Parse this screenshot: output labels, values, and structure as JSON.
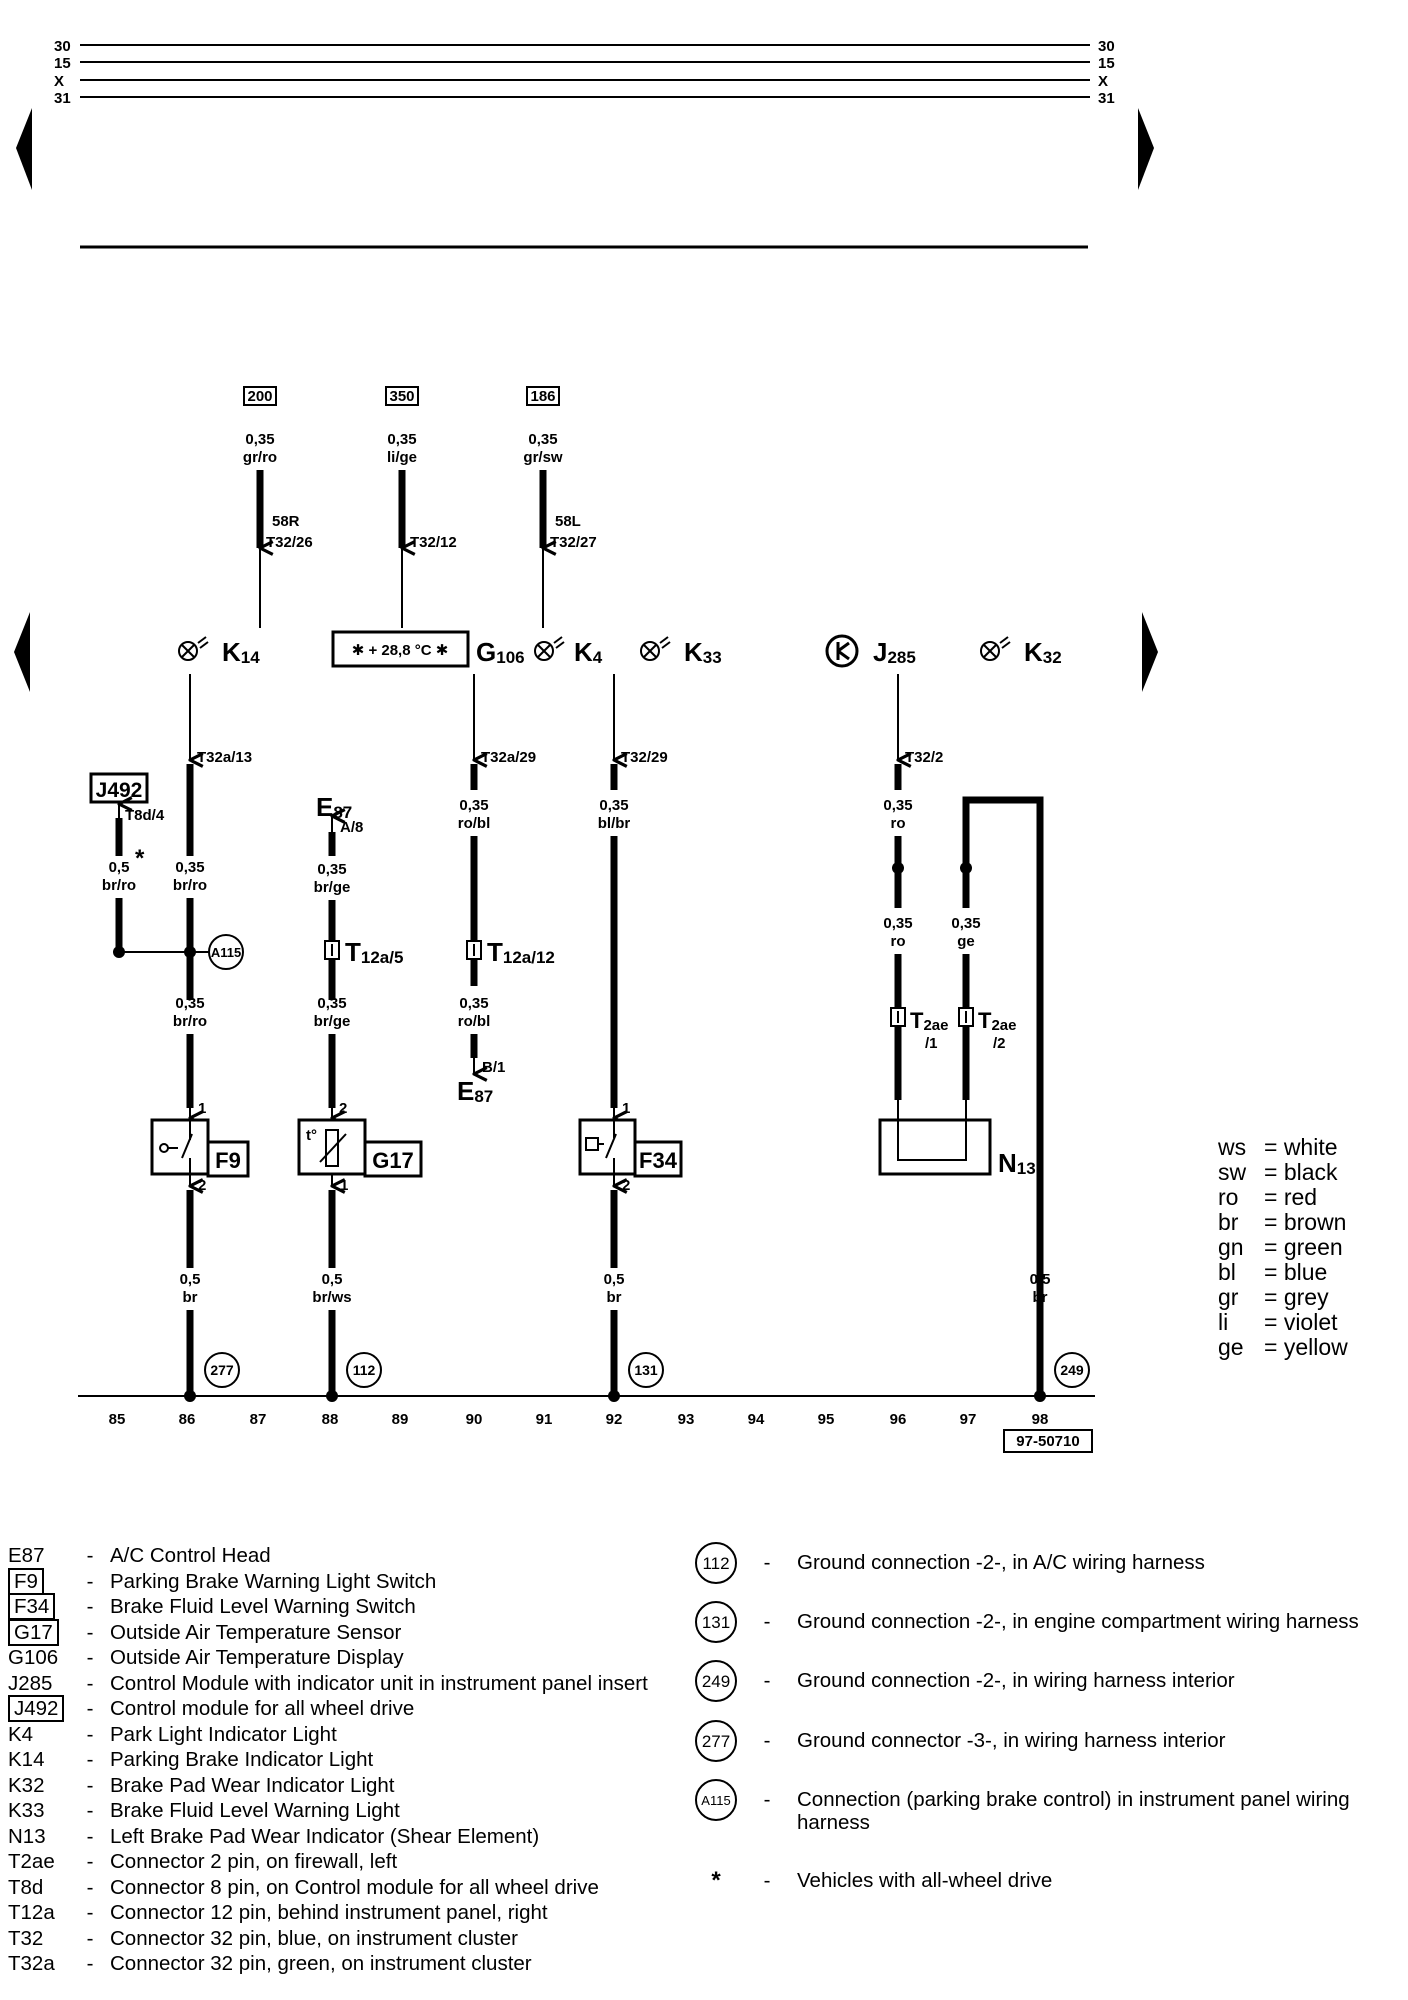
{
  "rails": [
    "30",
    "15",
    "X",
    "31"
  ],
  "fuse_refs": [
    "200",
    "350",
    "186"
  ],
  "wires": {
    "w200": [
      "0,35",
      "gr/ro"
    ],
    "w350": [
      "0,35",
      "li/ge"
    ],
    "w186": [
      "0,35",
      "gr/sw"
    ],
    "k14_main": [
      "0,35",
      "br/ro"
    ],
    "k14_lower": [
      "0,35",
      "br/ro"
    ],
    "j492_wire": [
      "0,5",
      "br/ro"
    ],
    "e87_a8": [
      "0,35",
      "br/ge"
    ],
    "g17_wire": [
      "0,35",
      "br/ge"
    ],
    "g106_upper": [
      "0,35",
      "ro/bl"
    ],
    "g106_lower": [
      "0,35",
      "ro/bl"
    ],
    "k4_wire": [
      "0,35",
      "bl/br"
    ],
    "j285_upper": [
      "0,35",
      "ro"
    ],
    "n13_left": [
      "0,35",
      "ro"
    ],
    "n13_right": [
      "0,35",
      "ge"
    ],
    "f9_ground": [
      "0,5",
      "br"
    ],
    "g17_ground": [
      "0,5",
      "br/ws"
    ],
    "f34_ground": [
      "0,5",
      "br"
    ],
    "n13_ground": [
      "0,5",
      "br"
    ]
  },
  "terminal_labels": {
    "t58r": "58R",
    "t58l": "58L",
    "t32_26": "T32/26",
    "t32_12": "T32/12",
    "t32_27": "T32/27",
    "t32a_13": "T32a/13",
    "t32a_29": "T32a/29",
    "t32_29": "T32/29",
    "t32_2": "T32/2",
    "t8d_4": "T8d/4",
    "a8": "A/8",
    "b1": "B/1",
    "pin1_f9": "1",
    "pin2_f9": "2",
    "pin2_g17_top": "2",
    "pin1_g17_bot": "1",
    "pin1_f34": "1",
    "pin2_f34": "2",
    "star": "*"
  },
  "connectors": {
    "t12a5": [
      "T",
      "12a/5"
    ],
    "t12a12": [
      "T",
      "12a/12"
    ],
    "t2ae1": [
      "T",
      "2ae",
      "/1"
    ],
    "t2ae2": [
      "T",
      "2ae",
      "/2"
    ]
  },
  "components": {
    "k14": [
      "K",
      "14"
    ],
    "g106": [
      "G",
      "106"
    ],
    "k4": [
      "K",
      "4"
    ],
    "k33": [
      "K",
      "33"
    ],
    "j285": [
      "J",
      "285"
    ],
    "k32": [
      "K",
      "32"
    ],
    "j492": "J492",
    "e87_top": [
      "E",
      "87"
    ],
    "e87_bottom": [
      "E",
      "87"
    ],
    "f9": "F9",
    "g17": "G17",
    "f34": "F34",
    "n13": [
      "N",
      "13"
    ],
    "temp_display": "✱ + 28,8 °C ✱"
  },
  "ground_points": [
    "277",
    "112",
    "131",
    "249"
  ],
  "node_a115": "A115",
  "column_numbers": [
    "85",
    "86",
    "87",
    "88",
    "89",
    "90",
    "91",
    "92",
    "93",
    "94",
    "95",
    "96",
    "97",
    "98"
  ],
  "figure_code": "97-50710",
  "color_key": [
    {
      "code": "ws",
      "name": "= white"
    },
    {
      "code": "sw",
      "name": "= black"
    },
    {
      "code": "ro",
      "name": "= red"
    },
    {
      "code": "br",
      "name": "= brown"
    },
    {
      "code": "gn",
      "name": "= green"
    },
    {
      "code": "bl",
      "name": "= blue"
    },
    {
      "code": "gr",
      "name": "= grey"
    },
    {
      "code": "li",
      "name": "= violet"
    },
    {
      "code": "ge",
      "name": "= yellow"
    }
  ],
  "legend": [
    {
      "code": "E87",
      "desc": "A/C Control Head",
      "boxed": false
    },
    {
      "code": "F9",
      "desc": "Parking Brake Warning Light Switch",
      "boxed": true
    },
    {
      "code": "F34",
      "desc": "Brake Fluid Level Warning Switch",
      "boxed": true
    },
    {
      "code": "G17",
      "desc": "Outside Air Temperature Sensor",
      "boxed": true
    },
    {
      "code": "G106",
      "desc": "Outside Air Temperature Display",
      "boxed": false
    },
    {
      "code": "J285",
      "desc": "Control Module with indicator unit in instrument panel insert",
      "boxed": false
    },
    {
      "code": "J492",
      "desc": "Control module for all wheel drive",
      "boxed": true
    },
    {
      "code": "K4",
      "desc": "Park Light Indicator Light",
      "boxed": false
    },
    {
      "code": "K14",
      "desc": "Parking Brake Indicator Light",
      "boxed": false
    },
    {
      "code": "K32",
      "desc": "Brake Pad Wear Indicator Light",
      "boxed": false
    },
    {
      "code": "K33",
      "desc": "Brake Fluid Level Warning Light",
      "boxed": false
    },
    {
      "code": "N13",
      "desc": "Left Brake Pad Wear Indicator (Shear Element)",
      "boxed": false
    },
    {
      "code": "T2ae",
      "desc": "Connector 2 pin, on firewall, left",
      "boxed": false
    },
    {
      "code": "T8d",
      "desc": "Connector 8 pin, on Control module for all wheel drive",
      "boxed": false
    },
    {
      "code": "T12a",
      "desc": "Connector 12 pin, behind instrument panel, right",
      "boxed": false
    },
    {
      "code": "T32",
      "desc": "Connector 32 pin, blue, on instrument cluster",
      "boxed": false
    },
    {
      "code": "T32a",
      "desc": "Connector 32 pin, green, on instrument cluster",
      "boxed": false
    }
  ],
  "dash": "-",
  "ground_legend": [
    {
      "symbol": "112",
      "desc": "Ground connection -2-, in A/C wiring harness"
    },
    {
      "symbol": "131",
      "desc": "Ground connection -2-, in engine compartment wiring harness"
    },
    {
      "symbol": "249",
      "desc": "Ground connection -2-, in wiring harness interior"
    },
    {
      "symbol": "277",
      "desc": "Ground connector -3-, in wiring harness interior"
    },
    {
      "symbol": "A115",
      "desc": "Connection (parking brake control) in instrument panel wiring harness"
    },
    {
      "symbol": "*",
      "desc": "Vehicles with all-wheel drive"
    }
  ]
}
